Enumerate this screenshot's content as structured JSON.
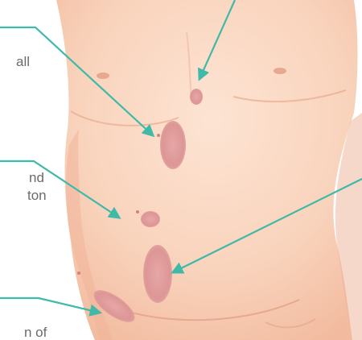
{
  "labels": {
    "top_left": "all",
    "middle_left_line1": "nd",
    "middle_left_line2": "ton",
    "bottom_left": "n of"
  },
  "colors": {
    "background": "#ffffff",
    "skin": "#f9d3bc",
    "skin_shadow": "#f0b59b",
    "lesion": "#e4a3a2",
    "leader_line": "#3fb9a8",
    "label_text": "#6e6a68"
  }
}
